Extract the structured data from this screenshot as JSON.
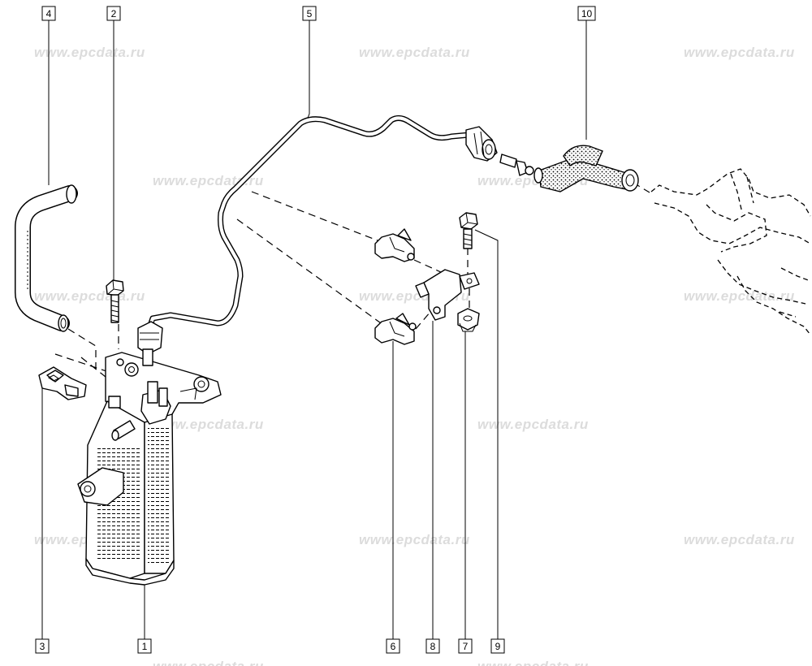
{
  "diagram": {
    "watermark_text": "www.epcdata.ru",
    "callouts": [
      "1",
      "2",
      "3",
      "4",
      "5",
      "6",
      "7",
      "8",
      "9",
      "10"
    ]
  }
}
